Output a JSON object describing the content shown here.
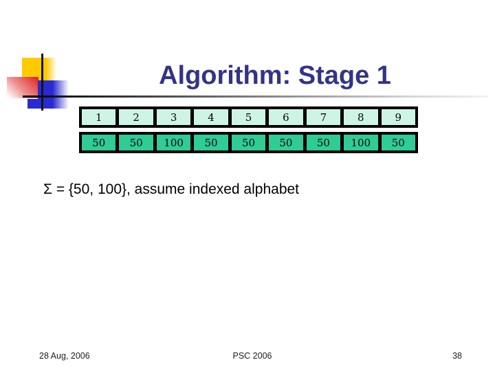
{
  "slide": {
    "title": "Algorithm: Stage 1",
    "statement": "Σ = {50, 100}, assume indexed alphabet",
    "footer": {
      "date": "28 Aug, 2006",
      "conference": "PSC 2006",
      "page_number": "38"
    },
    "colors": {
      "title_text": "#333388",
      "index_cell_bg": "#cdf5e5",
      "value_cell_bg": "#2fcc96",
      "accent_yellow": "#ffcb00",
      "accent_red": "#e02020",
      "accent_blue": "#2a2ad2"
    }
  },
  "chart_data": {
    "type": "table",
    "title": "Algorithm: Stage 1",
    "columns": [
      "1",
      "2",
      "3",
      "4",
      "5",
      "6",
      "7",
      "8",
      "9"
    ],
    "rows": [
      [
        "50",
        "50",
        "100",
        "50",
        "50",
        "50",
        "50",
        "100",
        "50"
      ]
    ],
    "note": "Σ = {50, 100}, assume indexed alphabet"
  },
  "table": {
    "indices": [
      "1",
      "2",
      "3",
      "4",
      "5",
      "6",
      "7",
      "8",
      "9"
    ],
    "values": [
      "50",
      "50",
      "100",
      "50",
      "50",
      "50",
      "50",
      "100",
      "50"
    ]
  }
}
